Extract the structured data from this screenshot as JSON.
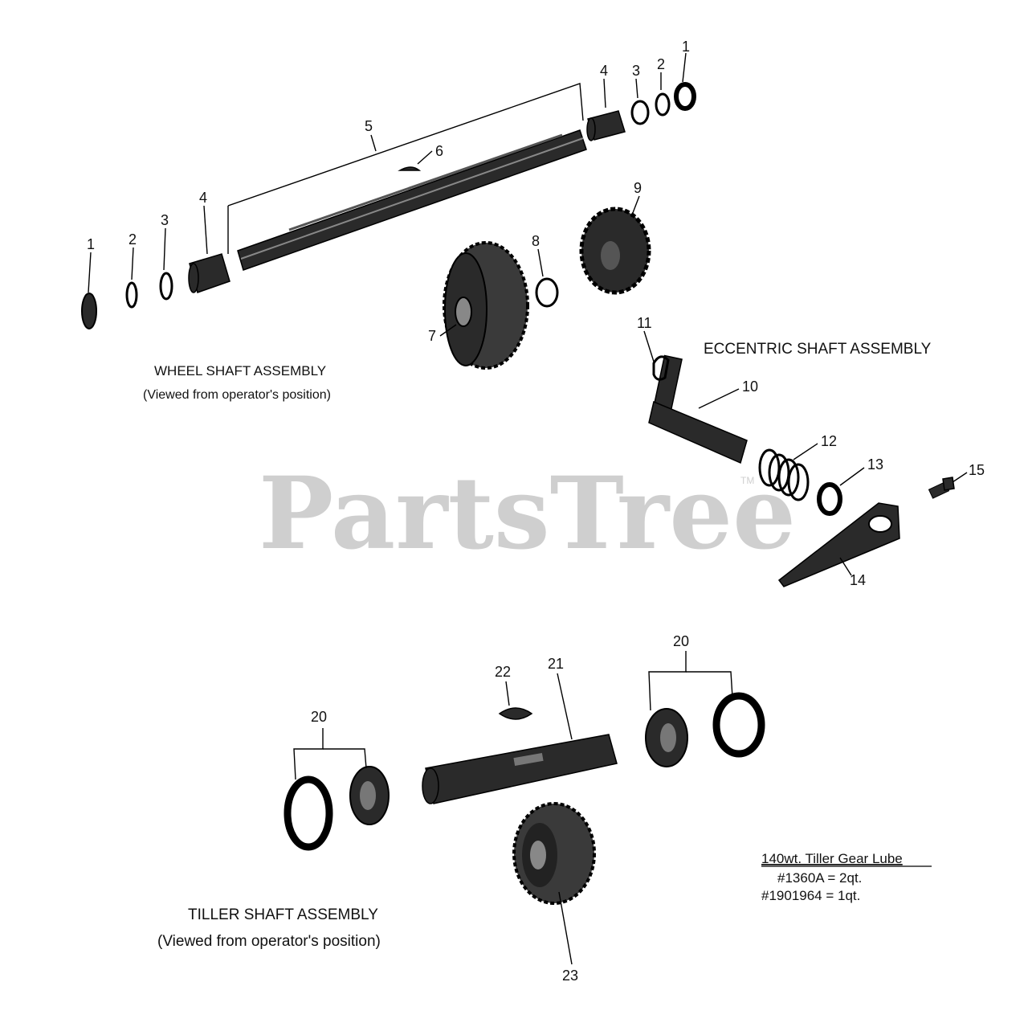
{
  "watermark": {
    "text": "PartsTree",
    "tm": "TM"
  },
  "captions": {
    "wheel_title": "WHEEL SHAFT ASSEMBLY",
    "wheel_sub": "(Viewed from operator's position)",
    "eccentric_title": "ECCENTRIC SHAFT ASSEMBLY",
    "tiller_title": "TILLER SHAFT ASSEMBLY",
    "tiller_sub": "(Viewed from operator's position)"
  },
  "lube_note": {
    "heading": "140wt. Tiller Gear Lube",
    "line1": "#1360A = 2qt.",
    "line2": "#1901964 = 1qt."
  },
  "callouts": {
    "c1a": "1",
    "c2a": "2",
    "c3a": "3",
    "c4a": "4",
    "c1b": "1",
    "c2b": "2",
    "c3b": "3",
    "c4b": "4",
    "c5": "5",
    "c6": "6",
    "c7": "7",
    "c8": "8",
    "c9": "9",
    "c10": "10",
    "c11": "11",
    "c12": "12",
    "c13": "13",
    "c14": "14",
    "c15": "15",
    "c20a": "20",
    "c20b": "20",
    "c21": "21",
    "c22": "22",
    "c23": "23"
  }
}
